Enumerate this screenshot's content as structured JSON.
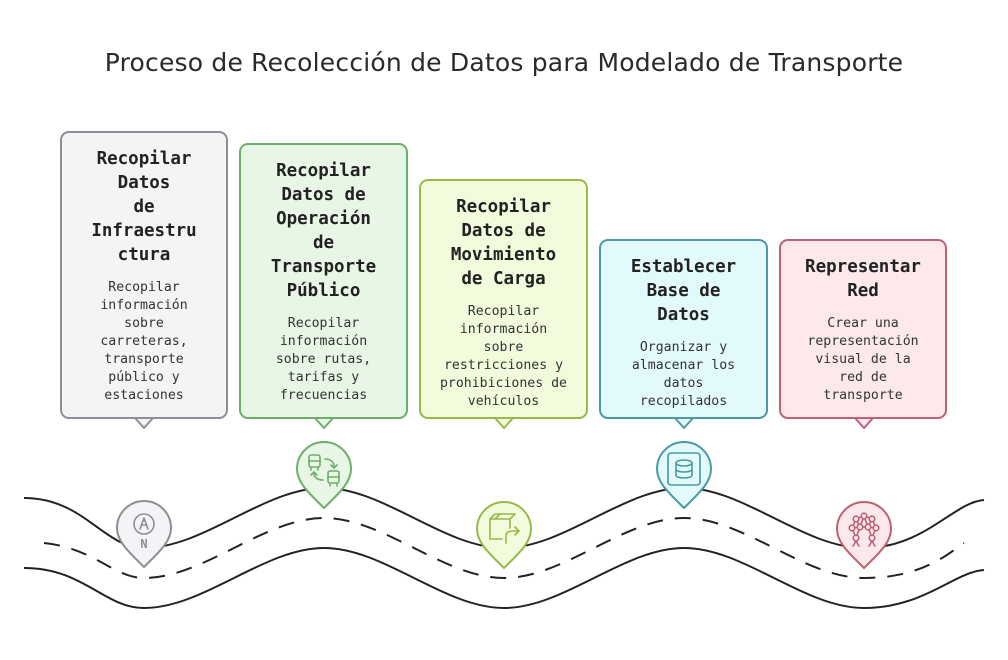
{
  "title": "Proceso de Recolección de Datos para Modelado de Transporte",
  "steps": [
    {
      "title": "Recopilar\nDatos\nde\nInfraestru\nctura",
      "description": "Recopilar\ninformación\nsobre\ncarreteras,\ntransporte\npúblico y\nestaciones",
      "icon": "compass-icon",
      "color": "#8e8e96",
      "fill": "#f4f4f6"
    },
    {
      "title": "Recopilar\nDatos de\nOperación\nde\nTransporte\nPúblico",
      "description": "Recopilar\ninformación\nsobre rutas,\ntarifas y\nfrecuencias",
      "icon": "bus-exchange-icon",
      "color": "#6fae6a",
      "fill": "#e8f6e6"
    },
    {
      "title": "Recopilar\nDatos de\nMovimiento\nde Carga",
      "description": "Recopilar\ninformación\nsobre\nrestricciones y\nprohibiciones de\nvehículos",
      "icon": "package-icon",
      "color": "#99b84a",
      "fill": "#f3fbdd"
    },
    {
      "title": "Establecer\nBase de\nDatos",
      "description": "Organizar y\nalmacenar los\ndatos\nrecopilados",
      "icon": "database-icon",
      "color": "#4a9aa2",
      "fill": "#e2fafc"
    },
    {
      "title": "Representar\nRed",
      "description": "Crear una\nrepresentación\nvisual de la\nred de\ntransporte",
      "icon": "network-icon",
      "color": "#bd6272",
      "fill": "#fde9ec"
    }
  ],
  "compass_letter": "N"
}
